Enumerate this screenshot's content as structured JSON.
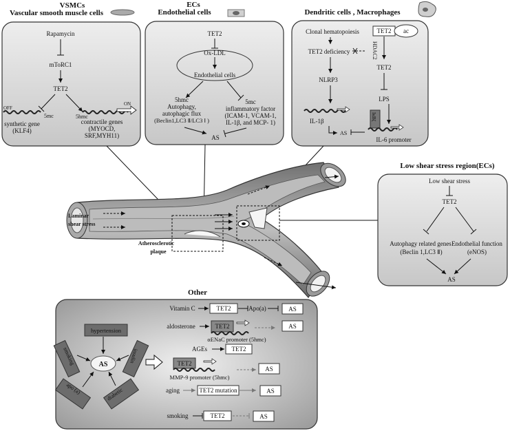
{
  "vsmc": {
    "title": "VSMCs",
    "subtitle": "Vascular smooth muscle cells",
    "rapamycin": "Rapamycin",
    "mtorc1": "mToRC1",
    "tet2": "TET2",
    "off": "OFF",
    "on": "ON",
    "mc_left": "5mc",
    "hmc_right": "5hmc",
    "synthetic": [
      "synthetic gene",
      "(KLF4)"
    ],
    "contractile": [
      "contractile genes",
      "(MYOCD,",
      "SRF,MYH11)"
    ]
  },
  "ec": {
    "title": "ECs",
    "subtitle": "Endothelial cells",
    "tet2": "TET2",
    "oxldl": "Ox-LDL",
    "endo": "Endothelial cells",
    "left_lines": [
      "5hmc",
      "Autophagy,",
      "autophagic flux",
      "(Beclin1,LC3 Ⅱ/LC3 Ⅰ )"
    ],
    "right_lines": [
      "5mc",
      "inflammatory factor",
      "(ICAM-1, VCAM-1,",
      "IL-1β, and MCP- 1)"
    ],
    "as": "AS"
  },
  "dc": {
    "title": "Dendritic cells , Macrophages",
    "clonal": "Clonal hematopoiesis",
    "tet2_def": "TET2 deficiency",
    "nlrp3": "NLRP3",
    "il1b": "IL-1β",
    "as": "AS",
    "tet2_box": "TET2",
    "ac": "ac",
    "hdac2": "HDAC2",
    "tet2_mid": "TET2",
    "lps": "LPS",
    "ikb": "IκBζ",
    "il6": "IL-6 promoter"
  },
  "low": {
    "title": "Low shear stress region(ECs)",
    "stress": "Low shear stress",
    "tet2": "TET2",
    "auto": [
      "Autophagy related genes",
      "(Beclin 1,LC3 Ⅱ)"
    ],
    "endo": [
      "Endothelial function",
      "(eNOS)"
    ],
    "as": "AS"
  },
  "vessel": {
    "laminar": [
      "Laminar",
      "shear stress"
    ],
    "plaque": [
      "Atherosclerotic",
      "plaque"
    ]
  },
  "other": {
    "title": "Other",
    "hypertension": "hypertension",
    "smoking": "smoking",
    "insulin": "insulin",
    "apo": "apo (a)",
    "diabetic": "diabetic",
    "as_center": "AS",
    "r1": {
      "a": "Vitamin  C",
      "b": "TET2",
      "c": "Apo(a)",
      "d": "AS"
    },
    "r2": {
      "a": "aldosterone",
      "b": "TET2",
      "promoter": "αENaC promoter (5hmc)",
      "d": "AS"
    },
    "r3": {
      "a": "AGEs",
      "b": "TET2"
    },
    "r4": {
      "b": "TET2",
      "promoter": "MMP-9 promoter (5hmc)",
      "d": "AS"
    },
    "r5": {
      "a": "aging",
      "b": "TET2 mutation",
      "d": "AS"
    },
    "r6": {
      "a": "smoking",
      "b": "TET2",
      "d": "AS"
    }
  }
}
